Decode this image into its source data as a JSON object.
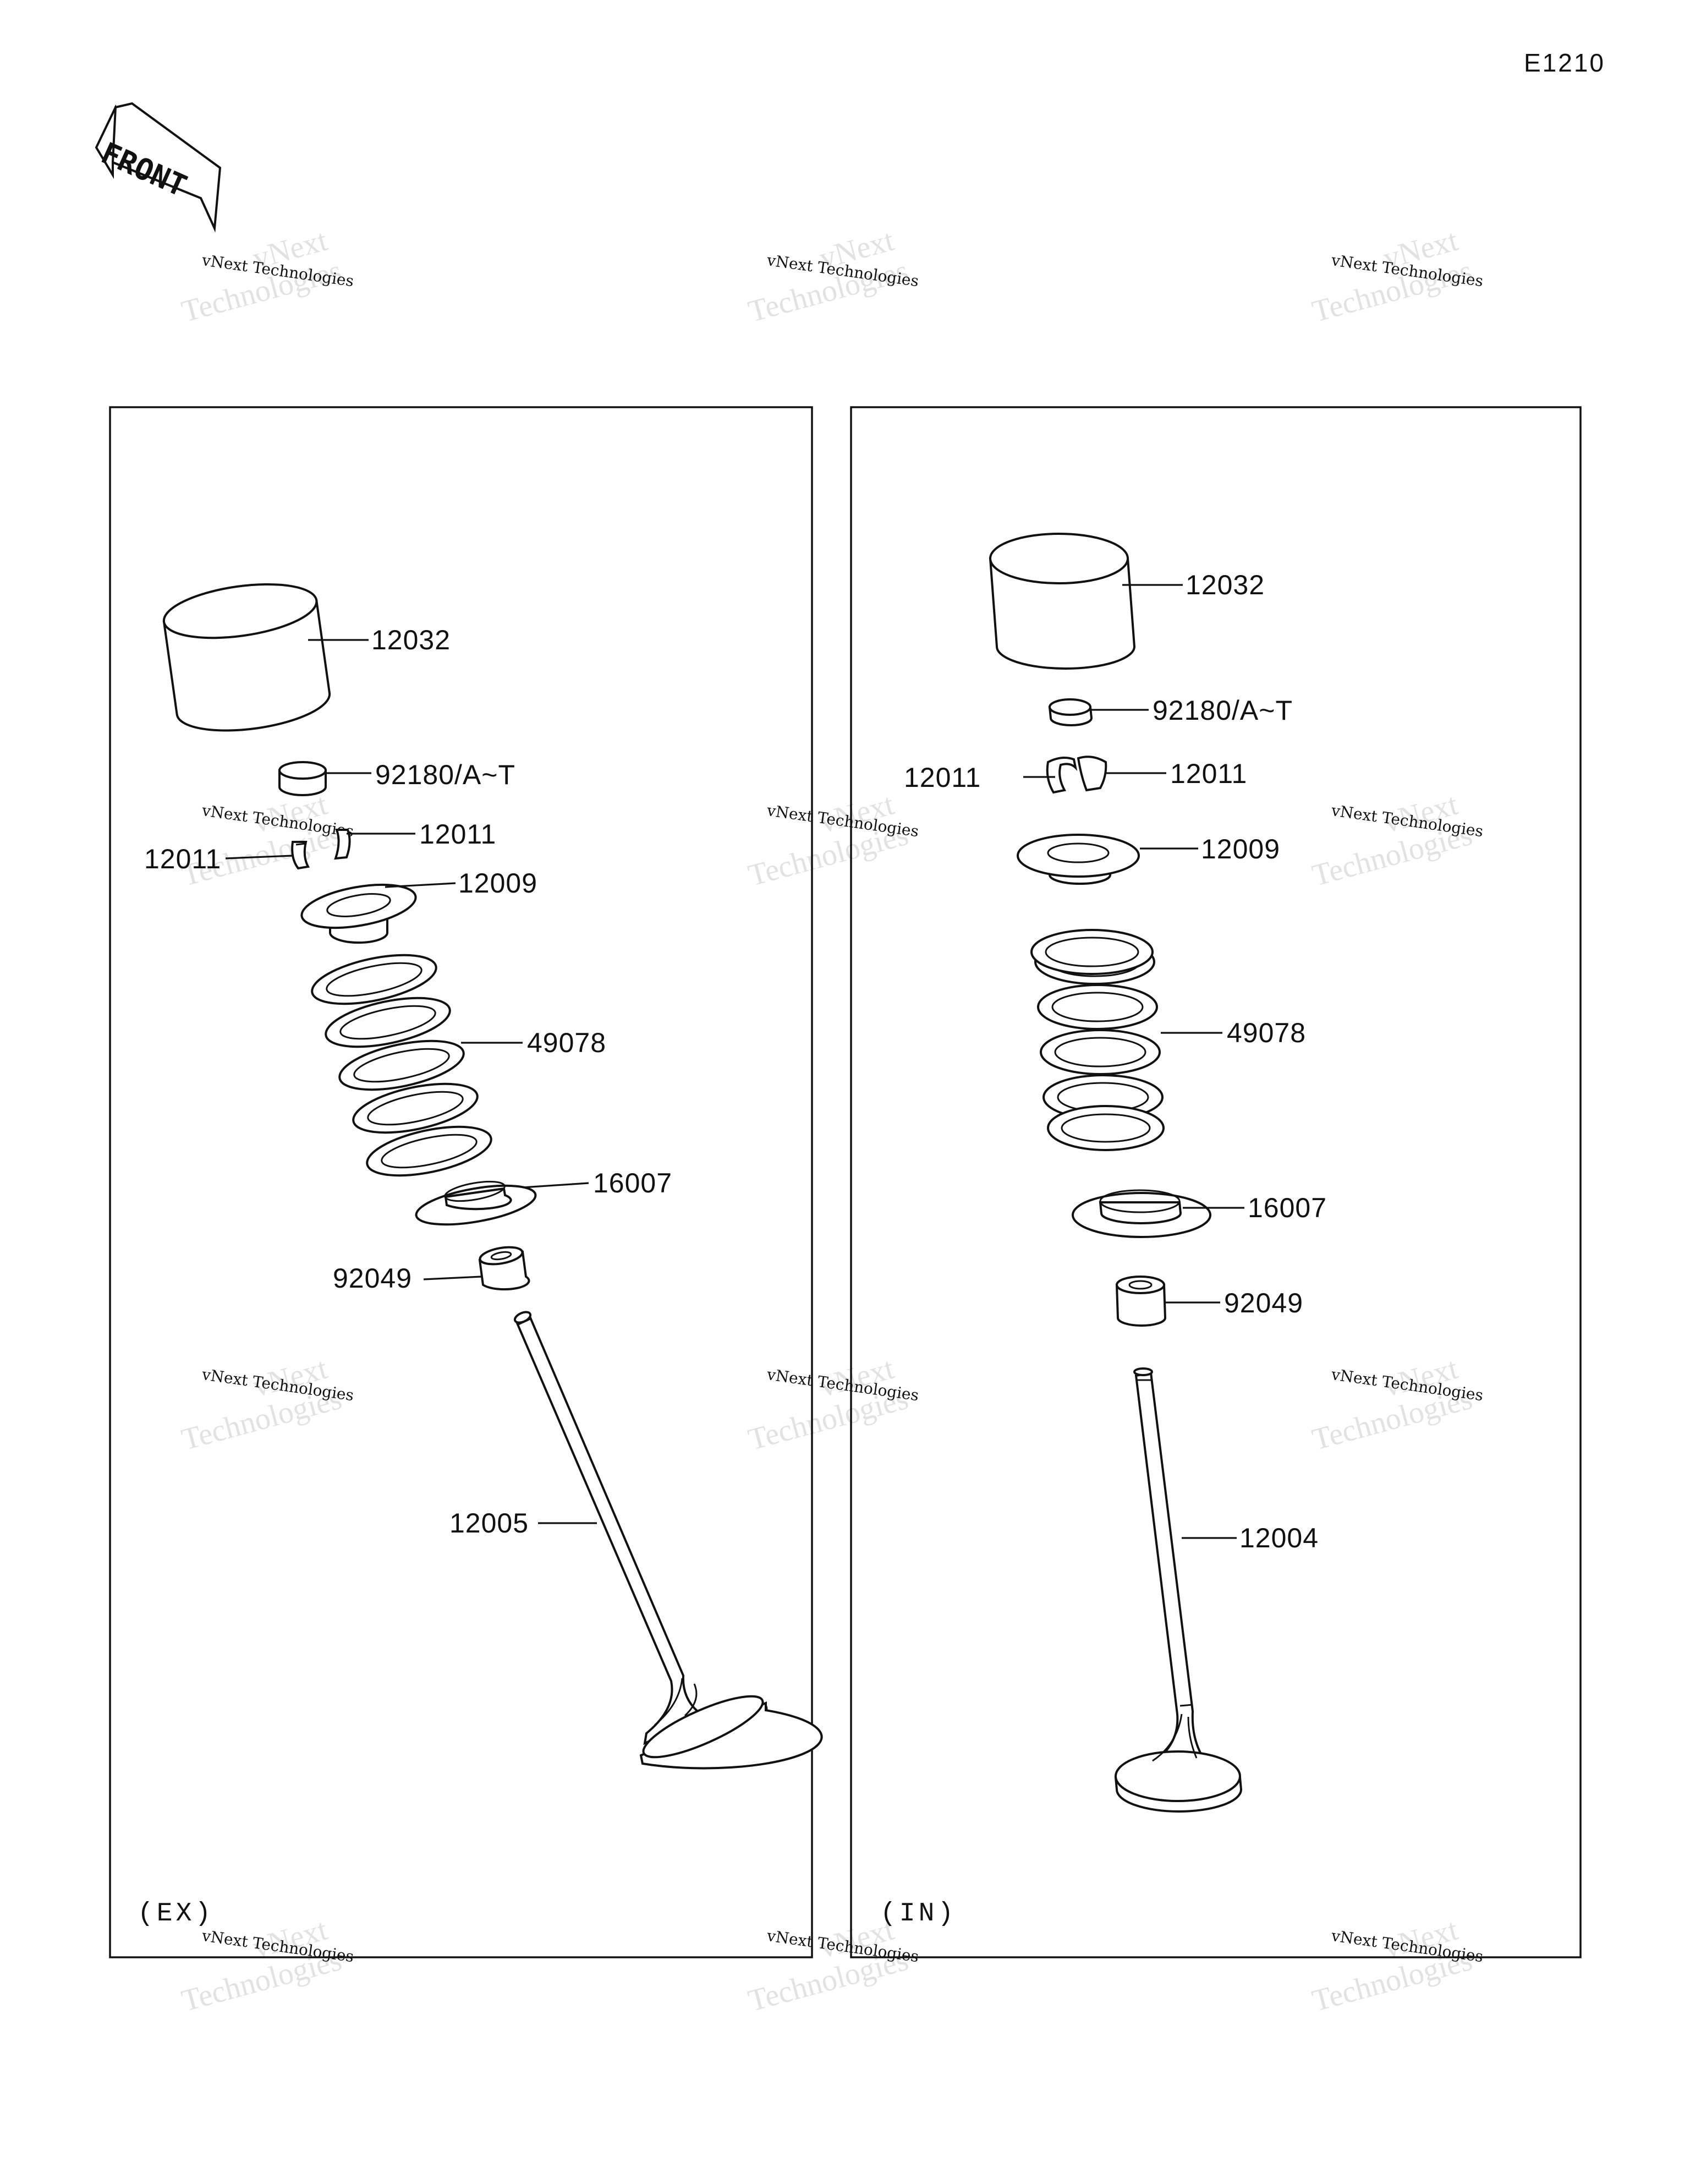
{
  "sheet_code": "E1210",
  "front_arrow": {
    "label": "FRONT",
    "icon": "front-direction-arrow-icon"
  },
  "watermark": {
    "line1": "vNext",
    "line2": "Technologies",
    "caption": "vNext Technologies"
  },
  "panels": {
    "exhaust": {
      "tag": "(EX)",
      "callouts": {
        "lifter": "12032",
        "shim": "92180/A~T",
        "cotter_right": "12011",
        "cotter_left": "12011",
        "retainer": "12009",
        "spring": "49078",
        "spring_seat": "16007",
        "stem_seal": "92049",
        "valve": "12005"
      }
    },
    "intake": {
      "tag": "(IN)",
      "callouts": {
        "lifter": "12032",
        "shim": "92180/A~T",
        "cotter_left": "12011",
        "cotter_right": "12011",
        "retainer": "12009",
        "spring": "49078",
        "spring_seat": "16007",
        "stem_seal": "92049",
        "valve": "12004"
      }
    }
  }
}
